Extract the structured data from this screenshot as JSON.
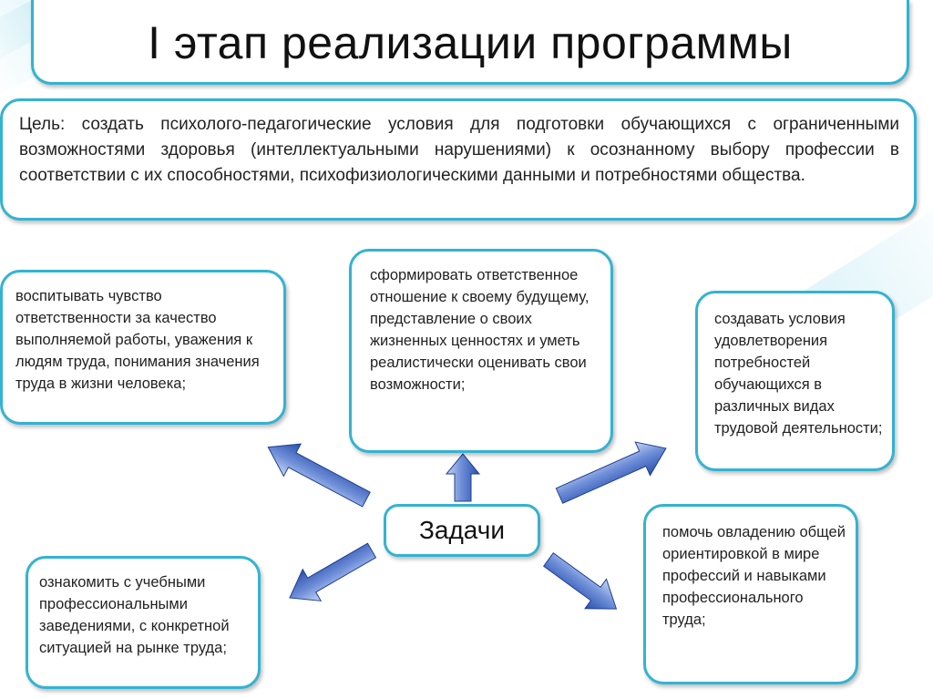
{
  "title": "I этап реализации программы",
  "goal": "Цель: создать психолого-педагогические условия для подготовки обучающихся с ограниченными возможностями здоровья (интеллектуальными нарушениями) к осознанному выбору профессии в соответствии с их способностями, психофизиологическими данными и потребностями общества.",
  "center": "Задачи",
  "tasks": [
    "воспитывать чувство ответственности за качество выполняемой работы, уважения к людям труда, понимания значения труда в жизни человека;",
    "сформировать ответственное отношение к своему будущему, представление о своих жизненных ценностях и уметь реалистически оценивать свои возможности;",
    "создавать условия удовлетворения потребностей обучающихся в различных видах трудовой деятельности;",
    "ознакомить с учебными профессиональными заведениями, с конкретной ситуацией на рынке труда;",
    "помочь овладению общей ориентировкой в мире профессий и навыками профессионального труда;"
  ],
  "colors": {
    "box_border": "#33b3d1",
    "arrow_dark": "#2a4fae",
    "arrow_light": "#b9c9ee"
  }
}
